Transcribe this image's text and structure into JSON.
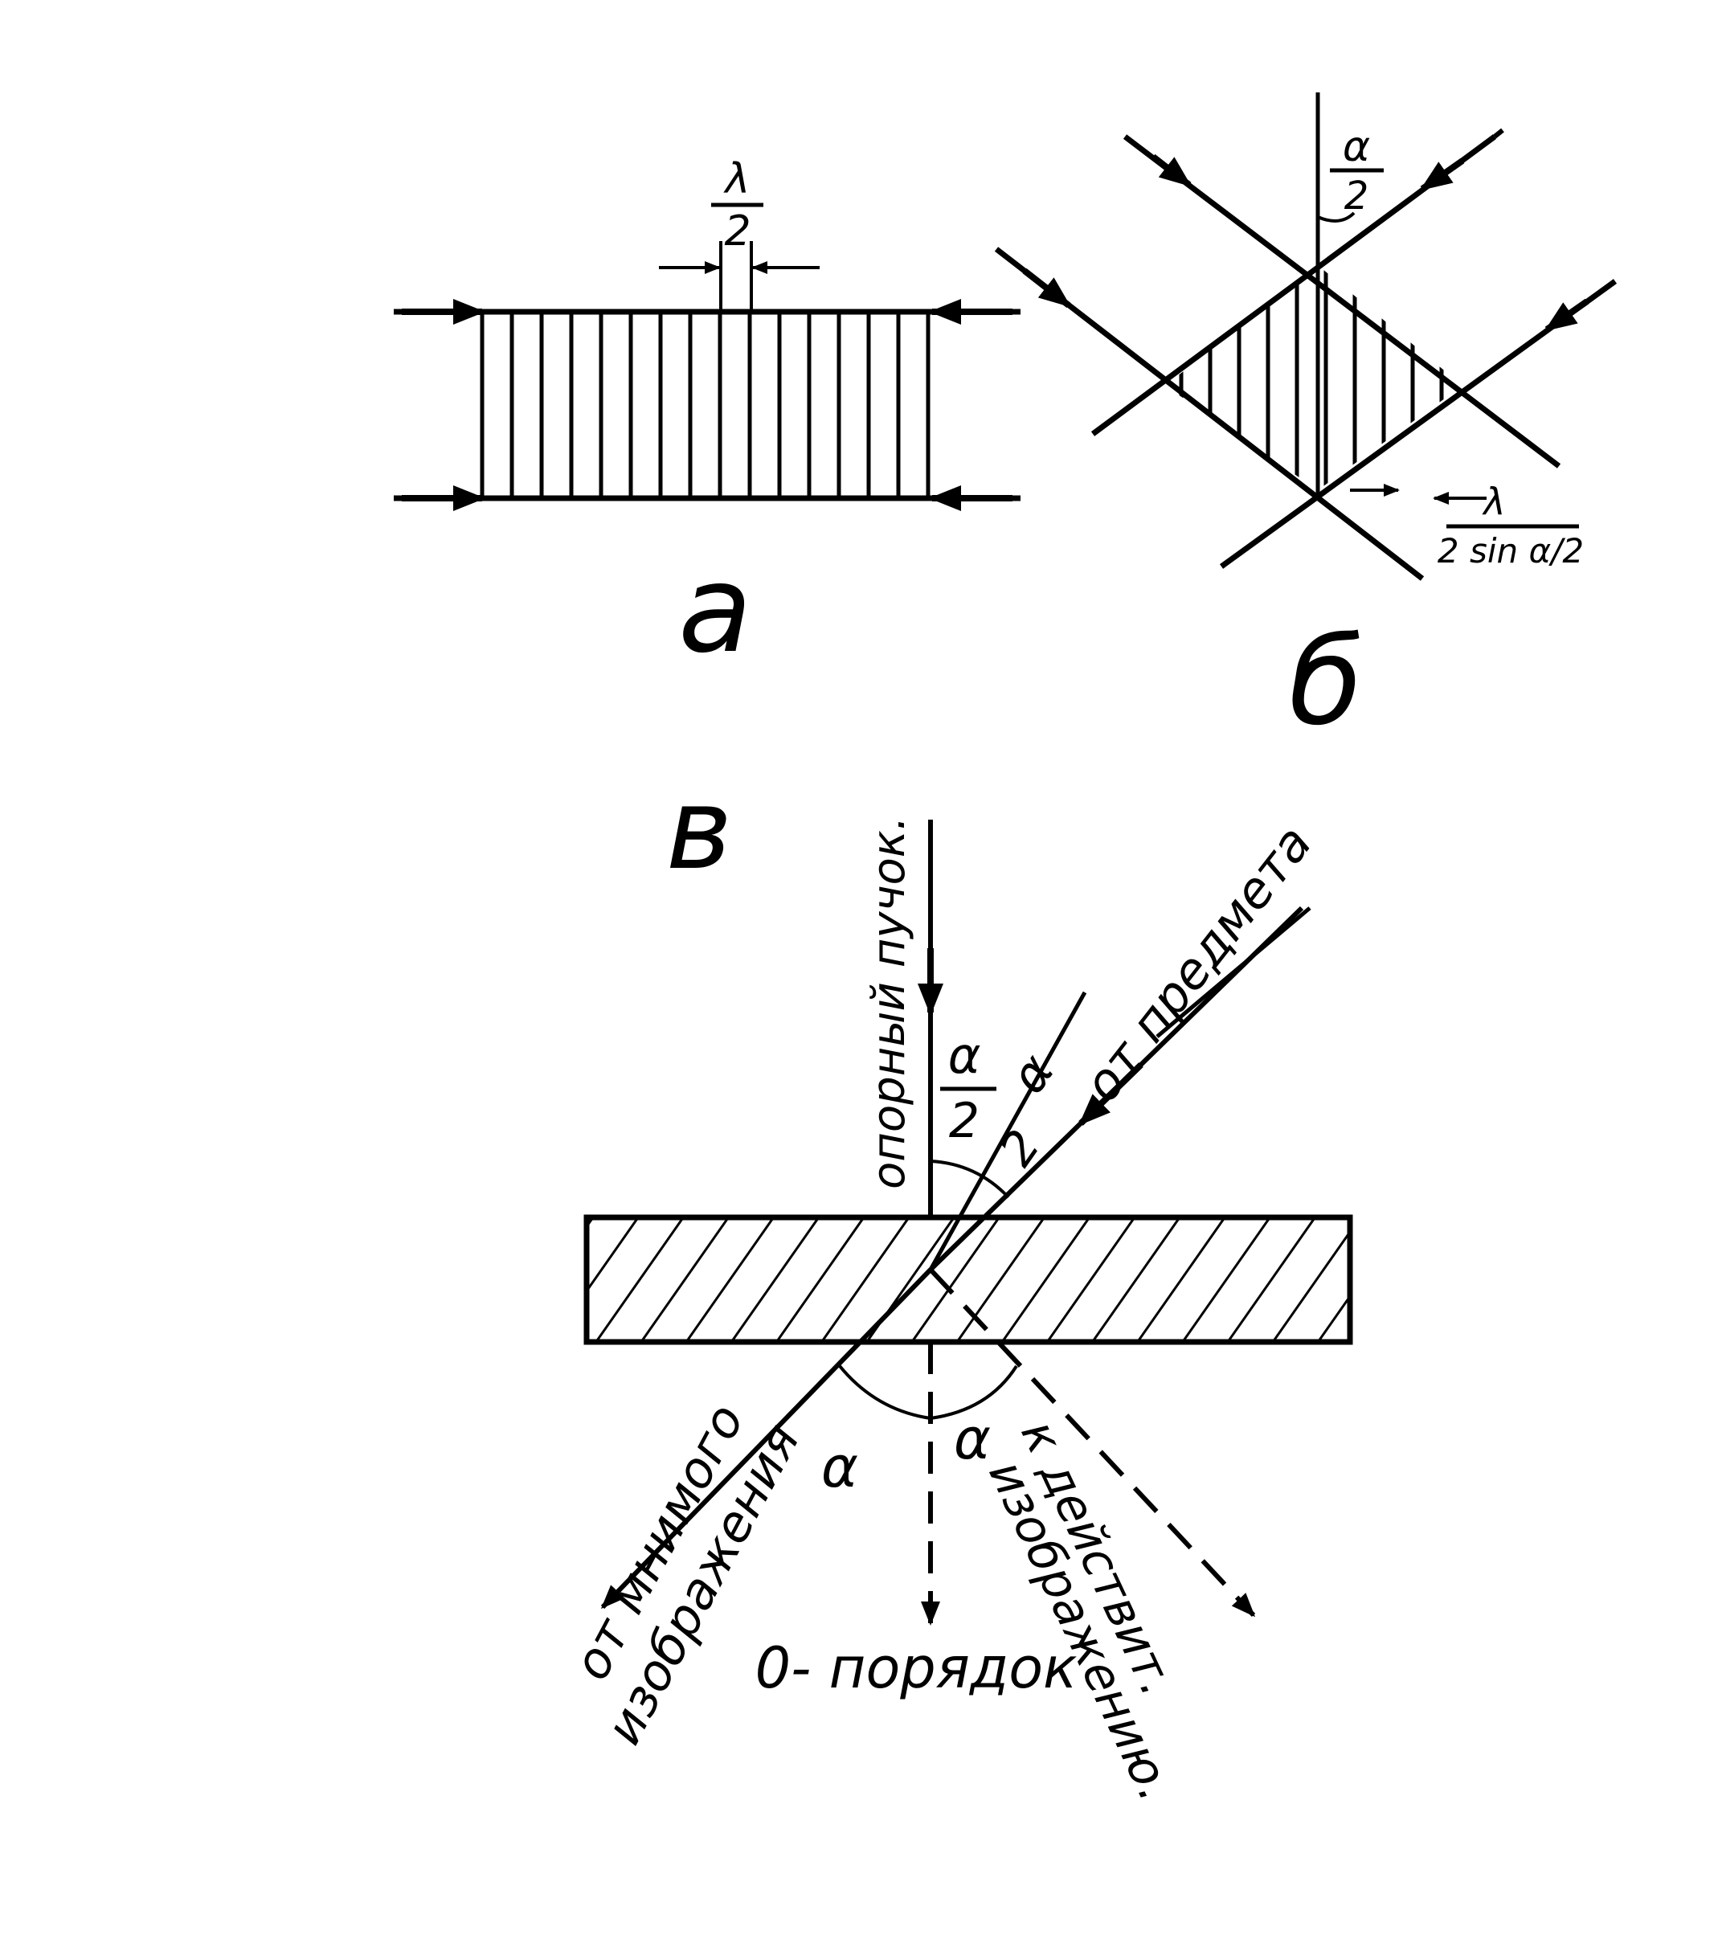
{
  "colors": {
    "ink": "#000000",
    "paper": "#ffffff"
  },
  "panel_a": {
    "label": "a",
    "spacing_numerator": "λ",
    "spacing_denominator": "2"
  },
  "panel_b": {
    "label": "б",
    "angle_numerator": "α",
    "angle_denominator": "2",
    "spacing_numerator": "λ",
    "spacing_denominator": "2 sin α/2"
  },
  "panel_v": {
    "label": "в",
    "reference_beam": "опорный пучок.",
    "object_beam": "от предмета",
    "angle_half_1_num": "α",
    "angle_half_1_den": "2",
    "angle_half_2_num": "α",
    "angle_half_2_den": "2",
    "virtual_image_line1": "от мнимого",
    "virtual_image_line2": "изображения",
    "alpha_left": "α",
    "alpha_right": "α",
    "zero_order": "0- порядок",
    "real_image_line1": "к действит.",
    "real_image_line2": "изображению."
  }
}
